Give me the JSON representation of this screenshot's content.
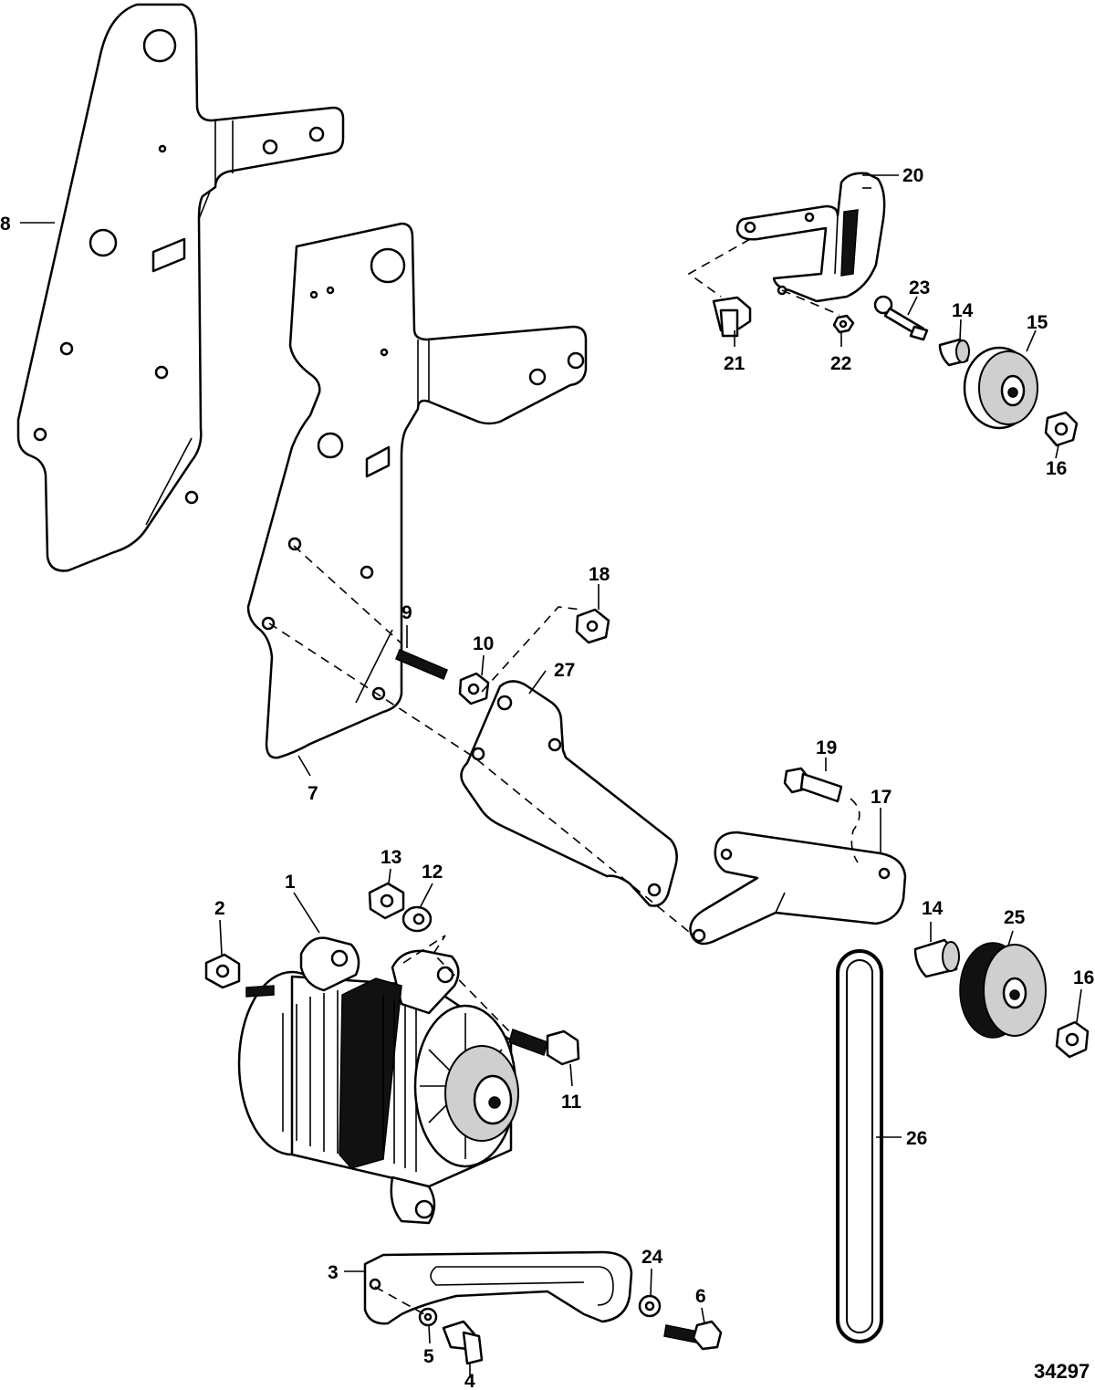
{
  "figure_number": "34297",
  "callouts": {
    "c1": "1",
    "c2": "2",
    "c3": "3",
    "c4": "4",
    "c5": "5",
    "c6": "6",
    "c7": "7",
    "c8": "8",
    "c9": "9",
    "c10": "10",
    "c11": "11",
    "c12": "12",
    "c13": "13",
    "c14a": "14",
    "c14b": "14",
    "c15": "15",
    "c16a": "16",
    "c16b": "16",
    "c17": "17",
    "c18": "18",
    "c19": "19",
    "c20": "20",
    "c21": "21",
    "c22": "22",
    "c23": "23",
    "c24": "24",
    "c25": "25",
    "c26": "26",
    "c27": "27"
  },
  "parts": [
    {
      "ref": "1",
      "shape": "alternator"
    },
    {
      "ref": "2",
      "shape": "nut"
    },
    {
      "ref": "3",
      "shape": "slotted-brace"
    },
    {
      "ref": "4",
      "shape": "bolt"
    },
    {
      "ref": "5",
      "shape": "washer"
    },
    {
      "ref": "6",
      "shape": "bolt"
    },
    {
      "ref": "7",
      "shape": "mounting-plate"
    },
    {
      "ref": "8",
      "shape": "mounting-plate"
    },
    {
      "ref": "9",
      "shape": "stud"
    },
    {
      "ref": "10",
      "shape": "nut"
    },
    {
      "ref": "11",
      "shape": "bolt"
    },
    {
      "ref": "12",
      "shape": "washer"
    },
    {
      "ref": "13",
      "shape": "nut"
    },
    {
      "ref": "14",
      "shape": "spacer"
    },
    {
      "ref": "15",
      "shape": "pulley"
    },
    {
      "ref": "16",
      "shape": "nut"
    },
    {
      "ref": "17",
      "shape": "idler-bracket"
    },
    {
      "ref": "18",
      "shape": "nut"
    },
    {
      "ref": "19",
      "shape": "bolt"
    },
    {
      "ref": "20",
      "shape": "tensioner-bracket"
    },
    {
      "ref": "21",
      "shape": "bolt"
    },
    {
      "ref": "22",
      "shape": "nut"
    },
    {
      "ref": "23",
      "shape": "adjusting-screw"
    },
    {
      "ref": "24",
      "shape": "washer"
    },
    {
      "ref": "25",
      "shape": "pulley"
    },
    {
      "ref": "26",
      "shape": "belt"
    },
    {
      "ref": "27",
      "shape": "bracket"
    }
  ]
}
